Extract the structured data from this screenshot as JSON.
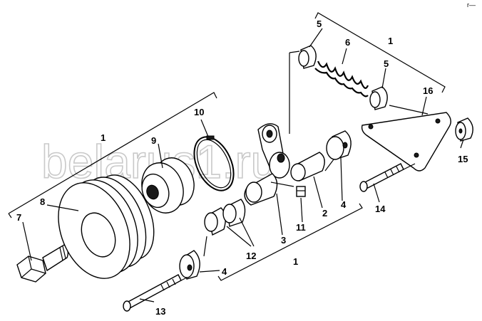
{
  "watermark": "belarus1.ru",
  "corner_mark": "r—",
  "callouts": [
    {
      "id": "c1a",
      "text": "1"
    },
    {
      "id": "c1b",
      "text": "1"
    },
    {
      "id": "c1c",
      "text": "1"
    },
    {
      "id": "c2",
      "text": "2"
    },
    {
      "id": "c3",
      "text": "3"
    },
    {
      "id": "c4a",
      "text": "4"
    },
    {
      "id": "c4b",
      "text": "4"
    },
    {
      "id": "c5a",
      "text": "5"
    },
    {
      "id": "c5b",
      "text": "5"
    },
    {
      "id": "c6",
      "text": "6"
    },
    {
      "id": "c7",
      "text": "7"
    },
    {
      "id": "c8",
      "text": "8"
    },
    {
      "id": "c9",
      "text": "9"
    },
    {
      "id": "c10",
      "text": "10"
    },
    {
      "id": "c11",
      "text": "11"
    },
    {
      "id": "c12",
      "text": "12"
    },
    {
      "id": "c13",
      "text": "13"
    },
    {
      "id": "c14",
      "text": "14"
    },
    {
      "id": "c15",
      "text": "15"
    },
    {
      "id": "c16",
      "text": "16"
    }
  ]
}
